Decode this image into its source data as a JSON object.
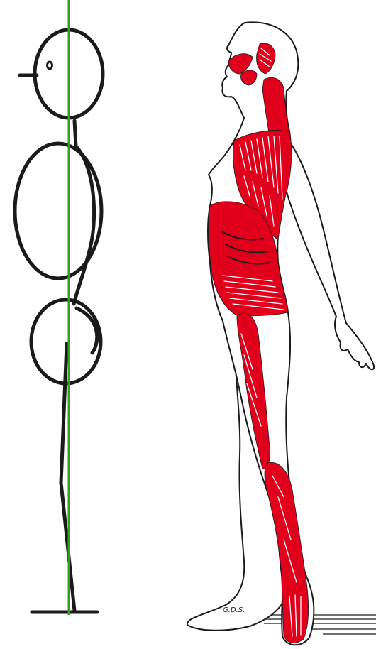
{
  "illustration": {
    "signature": "G.D.S.",
    "colors": {
      "background": "#ffffff",
      "ink": "#1a1a1a",
      "plumb_line": "#3a9a2a",
      "muscle": "#e0001b"
    },
    "left_figure": "stick-figure-posture-diagram",
    "right_figure": "anatomical-side-view-figure"
  }
}
